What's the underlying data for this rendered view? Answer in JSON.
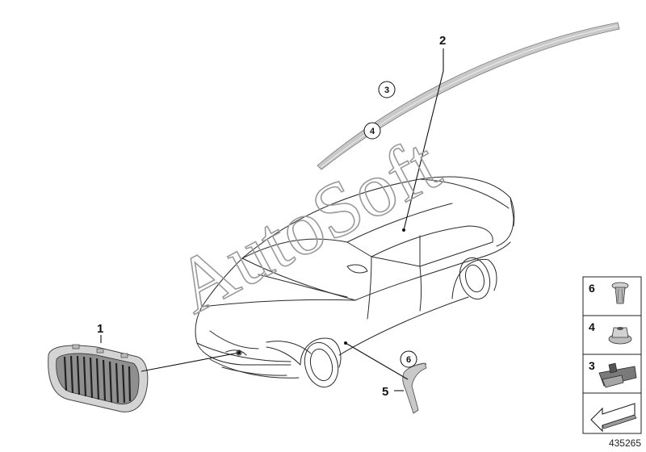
{
  "diagram": {
    "watermark": "AutoSoft",
    "document_number": "435265",
    "callouts": {
      "grille": "1",
      "roof_moulding": "2",
      "side_trim": "5"
    },
    "circled_refs": {
      "roof_a": "3",
      "roof_b": "4",
      "side": "6"
    },
    "legend": [
      {
        "number": "6",
        "icon": "expanding-rivet-icon"
      },
      {
        "number": "4",
        "icon": "plastic-nut-icon"
      },
      {
        "number": "3",
        "icon": "clip-icon"
      },
      {
        "number": "",
        "icon": "arrow-symbol-icon"
      }
    ],
    "colors": {
      "line": "#2a2a2a",
      "part_fill": "#c9c9c9",
      "watermark": "#9a9a9a"
    }
  }
}
